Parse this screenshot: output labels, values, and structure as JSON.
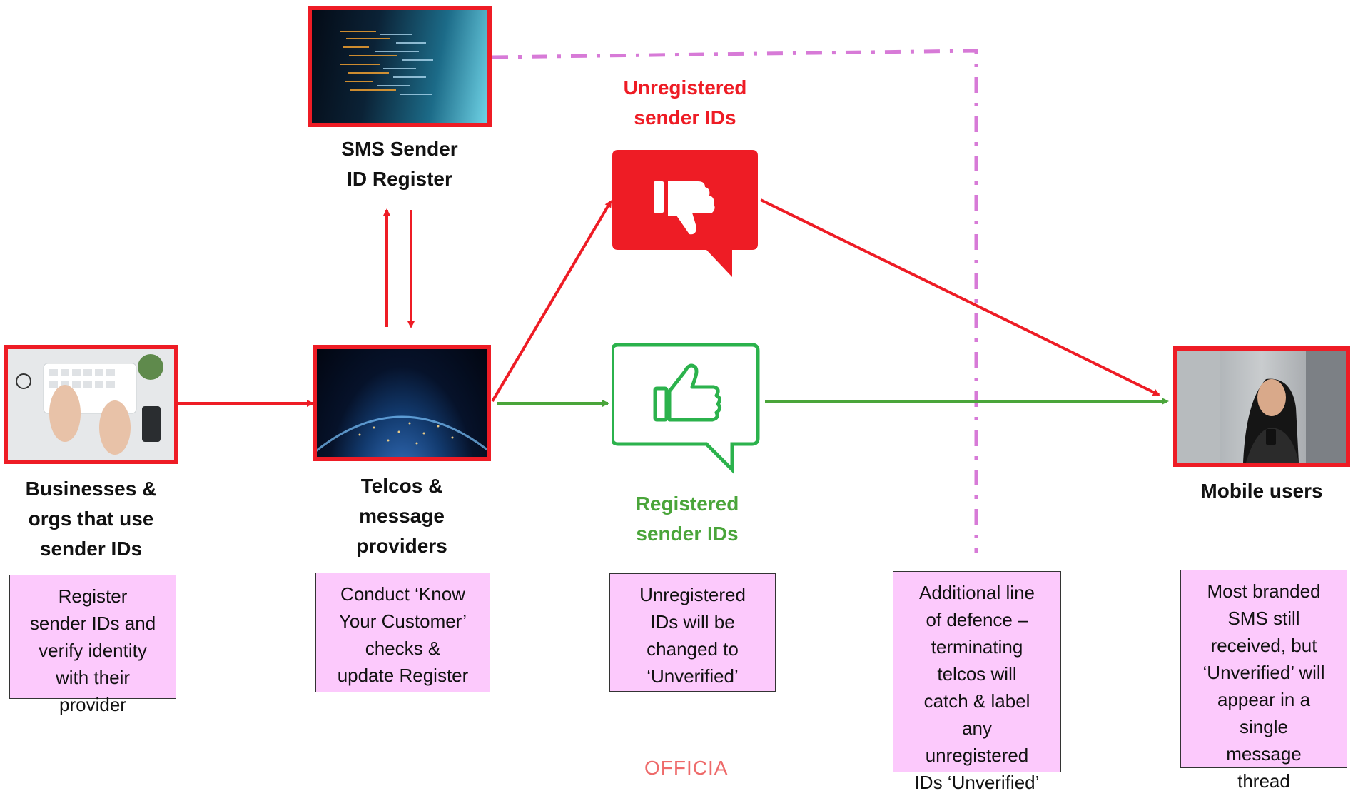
{
  "nodes": {
    "businesses": {
      "label_lines": [
        "Businesses &",
        "orgs that use",
        "sender IDs"
      ]
    },
    "telcos": {
      "label_lines": [
        "Telcos &",
        "message",
        "providers"
      ]
    },
    "register": {
      "label_lines": [
        "SMS Sender",
        "ID Register"
      ]
    },
    "mobile": {
      "label_lines": [
        "Mobile users"
      ]
    }
  },
  "status": {
    "unregistered": {
      "label_lines": [
        "Unregistered",
        "sender IDs"
      ]
    },
    "registered": {
      "label_lines": [
        "Registered",
        "sender IDs"
      ]
    }
  },
  "notes": [
    {
      "lines": [
        "Register",
        "sender IDs and",
        "verify identity",
        "with their",
        "provider"
      ]
    },
    {
      "lines": [
        "Conduct ‘Know",
        "Your Customer’",
        "checks &",
        "update Register"
      ]
    },
    {
      "lines": [
        "Unregistered",
        "IDs will be",
        "changed to",
        "‘Unverified’"
      ]
    },
    {
      "lines": [
        "Additional line",
        "of defence –",
        "terminating",
        "telcos will",
        "catch & label",
        "any",
        "unregistered",
        "IDs ‘Unverified’"
      ]
    },
    {
      "lines": [
        "Most branded",
        "SMS still",
        "received, but",
        "‘Unverified’ will",
        "appear in a",
        "single",
        "message",
        "thread"
      ]
    }
  ],
  "footer": {
    "text": "OFFICIA"
  },
  "colors": {
    "red": "#ee1c25",
    "green": "#4aa53a",
    "magenta_dash": "#d77ad7",
    "note_fill": "#fcc9fc"
  },
  "icons": {
    "register_image": "code-screen-image",
    "businesses_image": "keyboard-desk-image",
    "telcos_image": "globe-network-image",
    "mobile_image": "woman-phone-image",
    "unregistered_icon": "thumbs-down-icon",
    "registered_icon": "thumbs-up-icon"
  }
}
